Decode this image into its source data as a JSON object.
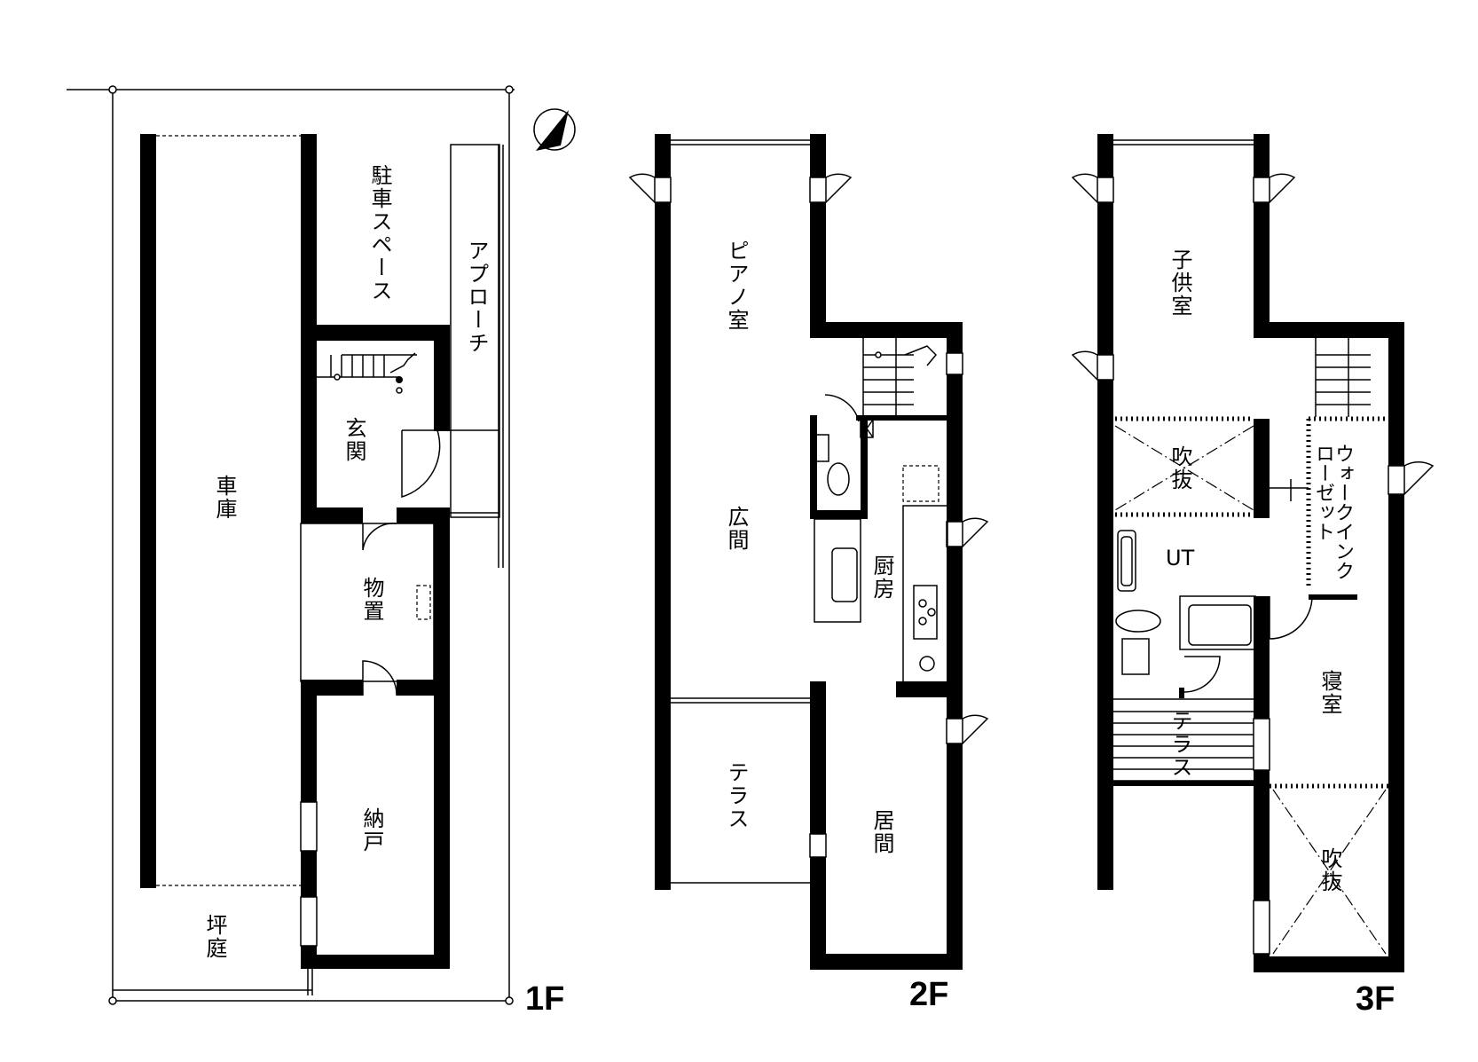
{
  "floors": [
    {
      "name": "1F",
      "rooms": [
        {
          "id": "garage",
          "label": "車庫"
        },
        {
          "id": "parking",
          "label": "駐車スペース"
        },
        {
          "id": "approach",
          "label": "アプローチ"
        },
        {
          "id": "entrance",
          "label": "玄関"
        },
        {
          "id": "storage",
          "label": "物置"
        },
        {
          "id": "closet",
          "label": "納戸"
        },
        {
          "id": "garden",
          "label": "坪庭"
        }
      ]
    },
    {
      "name": "2F",
      "rooms": [
        {
          "id": "piano",
          "label": "ピアノ室"
        },
        {
          "id": "hall",
          "label": "広間"
        },
        {
          "id": "kitchen",
          "label": "厨房"
        },
        {
          "id": "terrace",
          "label": "テラス"
        },
        {
          "id": "living",
          "label": "居間"
        }
      ]
    },
    {
      "name": "3F",
      "rooms": [
        {
          "id": "kids",
          "label": "子供室"
        },
        {
          "id": "void1",
          "label": "吹抜"
        },
        {
          "id": "wic",
          "label": "ウォークインクローゼット"
        },
        {
          "id": "ut",
          "label": "UT"
        },
        {
          "id": "terrace",
          "label": "テラス"
        },
        {
          "id": "bedroom",
          "label": "寝室"
        },
        {
          "id": "void2",
          "label": "吹抜"
        }
      ]
    }
  ],
  "icons": {
    "north_arrow": "north-arrow-icon"
  }
}
